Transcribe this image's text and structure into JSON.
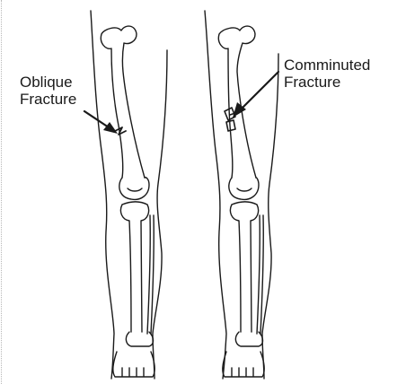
{
  "labels": {
    "left": {
      "line1": "Oblique",
      "line2": "Fracture"
    },
    "right": {
      "line1": "Comminuted",
      "line2": "Fracture"
    }
  },
  "colors": {
    "ink": "#1a1a1a",
    "background": "#ffffff"
  }
}
